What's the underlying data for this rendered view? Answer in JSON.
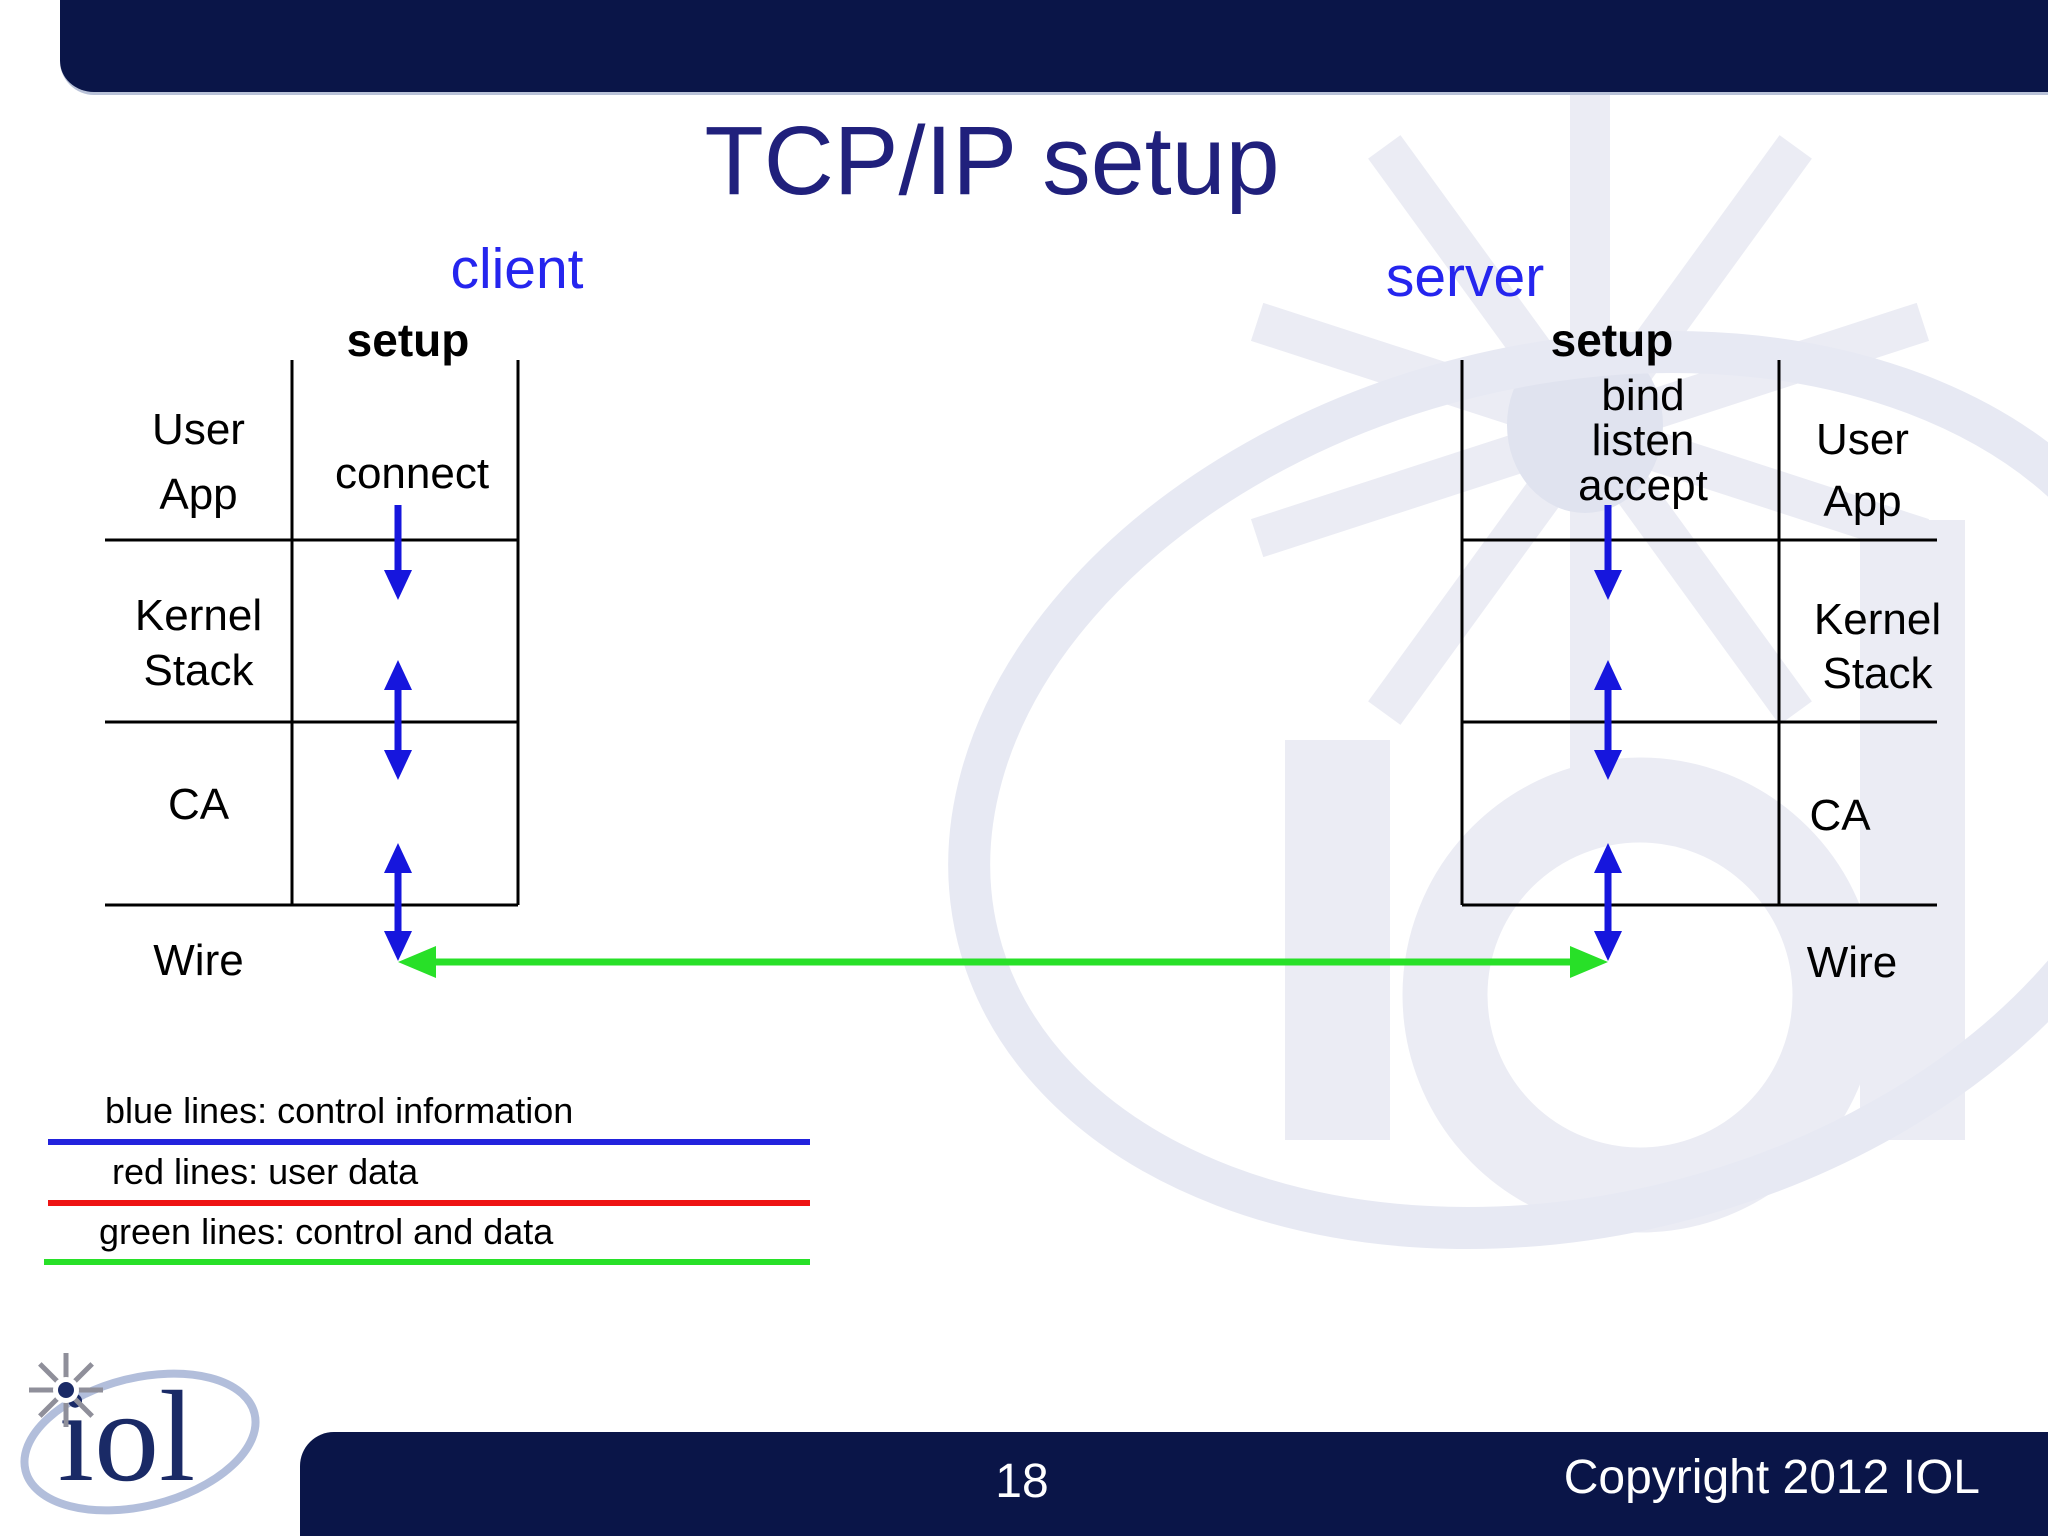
{
  "slide": {
    "title": "TCP/IP setup",
    "page_number": "18",
    "copyright": "Copyright 2012 IOL",
    "logo_text": "iol"
  },
  "colors": {
    "bar_navy": "#0a1548",
    "title_navy": "#20207c",
    "heading_blue": "#2525ee",
    "arrow_blue": "#1616dd",
    "wire_green": "#28e028",
    "table_line": "#000000",
    "watermark_gray": "#ebecf4",
    "logo_navy": "#1a2a66",
    "logo_ellipse": "#b2bedb"
  },
  "client": {
    "heading": "client",
    "setup_label": "setup",
    "syscall": "connect",
    "layers": {
      "user_app": [
        "User",
        "App"
      ],
      "kernel_stack": [
        "Kernel",
        "Stack"
      ],
      "ca": "CA",
      "wire": "Wire"
    }
  },
  "server": {
    "heading": "server",
    "setup_label": "setup",
    "syscalls": [
      "bind",
      "listen",
      "accept"
    ],
    "layers": {
      "user_app": [
        "User",
        "App"
      ],
      "kernel_stack": [
        "Kernel",
        "Stack"
      ],
      "ca": "CA",
      "wire": "Wire"
    }
  },
  "legend": {
    "items": [
      {
        "text": "blue lines: control information",
        "color": "#2222dd"
      },
      {
        "text": "red lines: user data",
        "color": "#ee1414"
      },
      {
        "text": "green lines: control and data",
        "color": "#28e028"
      }
    ]
  }
}
